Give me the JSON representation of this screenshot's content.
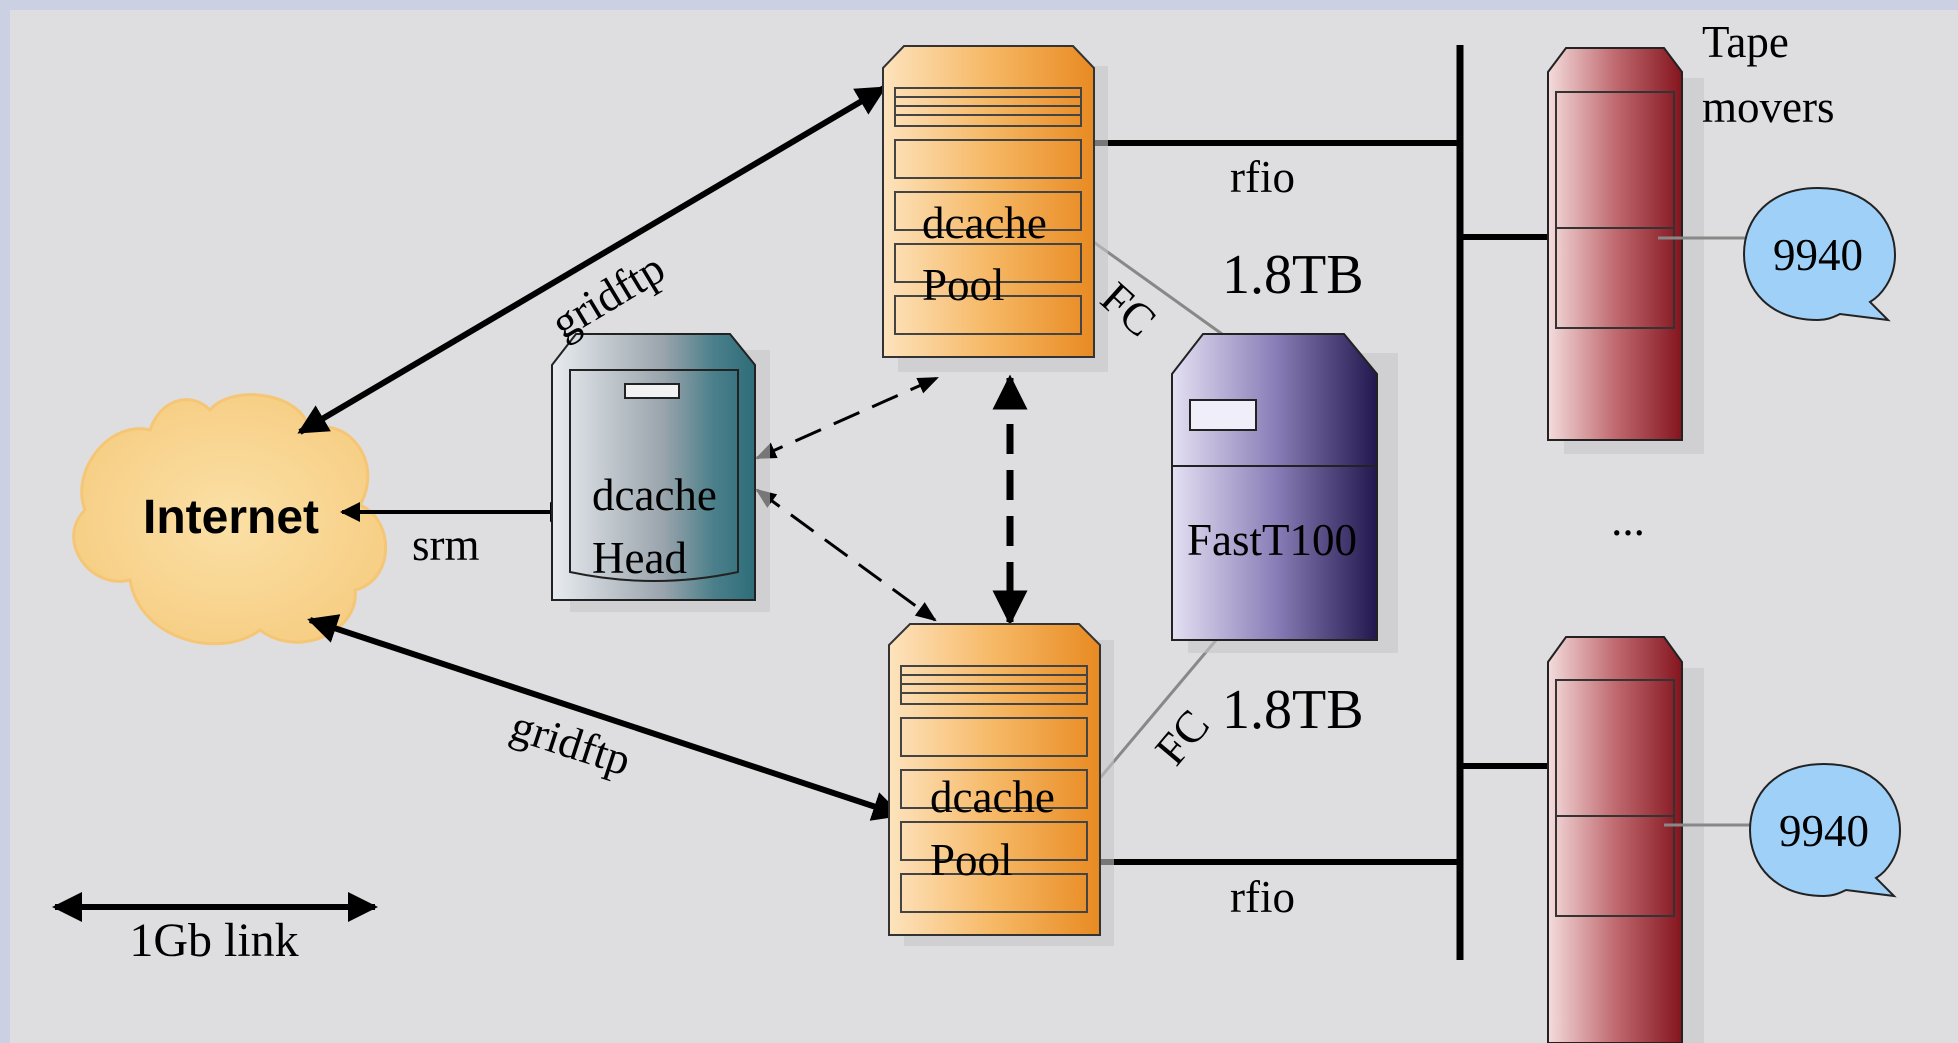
{
  "labels": {
    "internet": "Internet",
    "srm": "srm",
    "gridftp_top": "gridftp",
    "gridftp_bottom": "gridftp",
    "head_line1": "dcache",
    "head_line2": "Head",
    "pool_top_line1": "dcache",
    "pool_top_line2": "Pool",
    "pool_bottom_line1": "dcache",
    "pool_bottom_line2": "Pool",
    "storage": "FastT100",
    "fc_top": "FC",
    "fc_bottom": "FC",
    "capacity_top": "1.8TB",
    "capacity_bottom": "1.8TB",
    "rfio_top": "rfio",
    "rfio_bottom": "rfio",
    "tape_movers_line1": "Tape",
    "tape_movers_line2": "movers",
    "ellipsis": "...",
    "tape_drive_top": "9940",
    "tape_drive_bottom": "9940",
    "legend": "1Gb link"
  },
  "colors": {
    "background": "#ccd0e3",
    "panel": "#dedee0",
    "cloud": "#f8d48c",
    "pool_orange": "#f0a040",
    "head_teal": "#3e7f8a",
    "storage_purple": "#3a2f6e",
    "tape_red": "#9e2a34",
    "tape_bubble": "#9fd0f8"
  }
}
